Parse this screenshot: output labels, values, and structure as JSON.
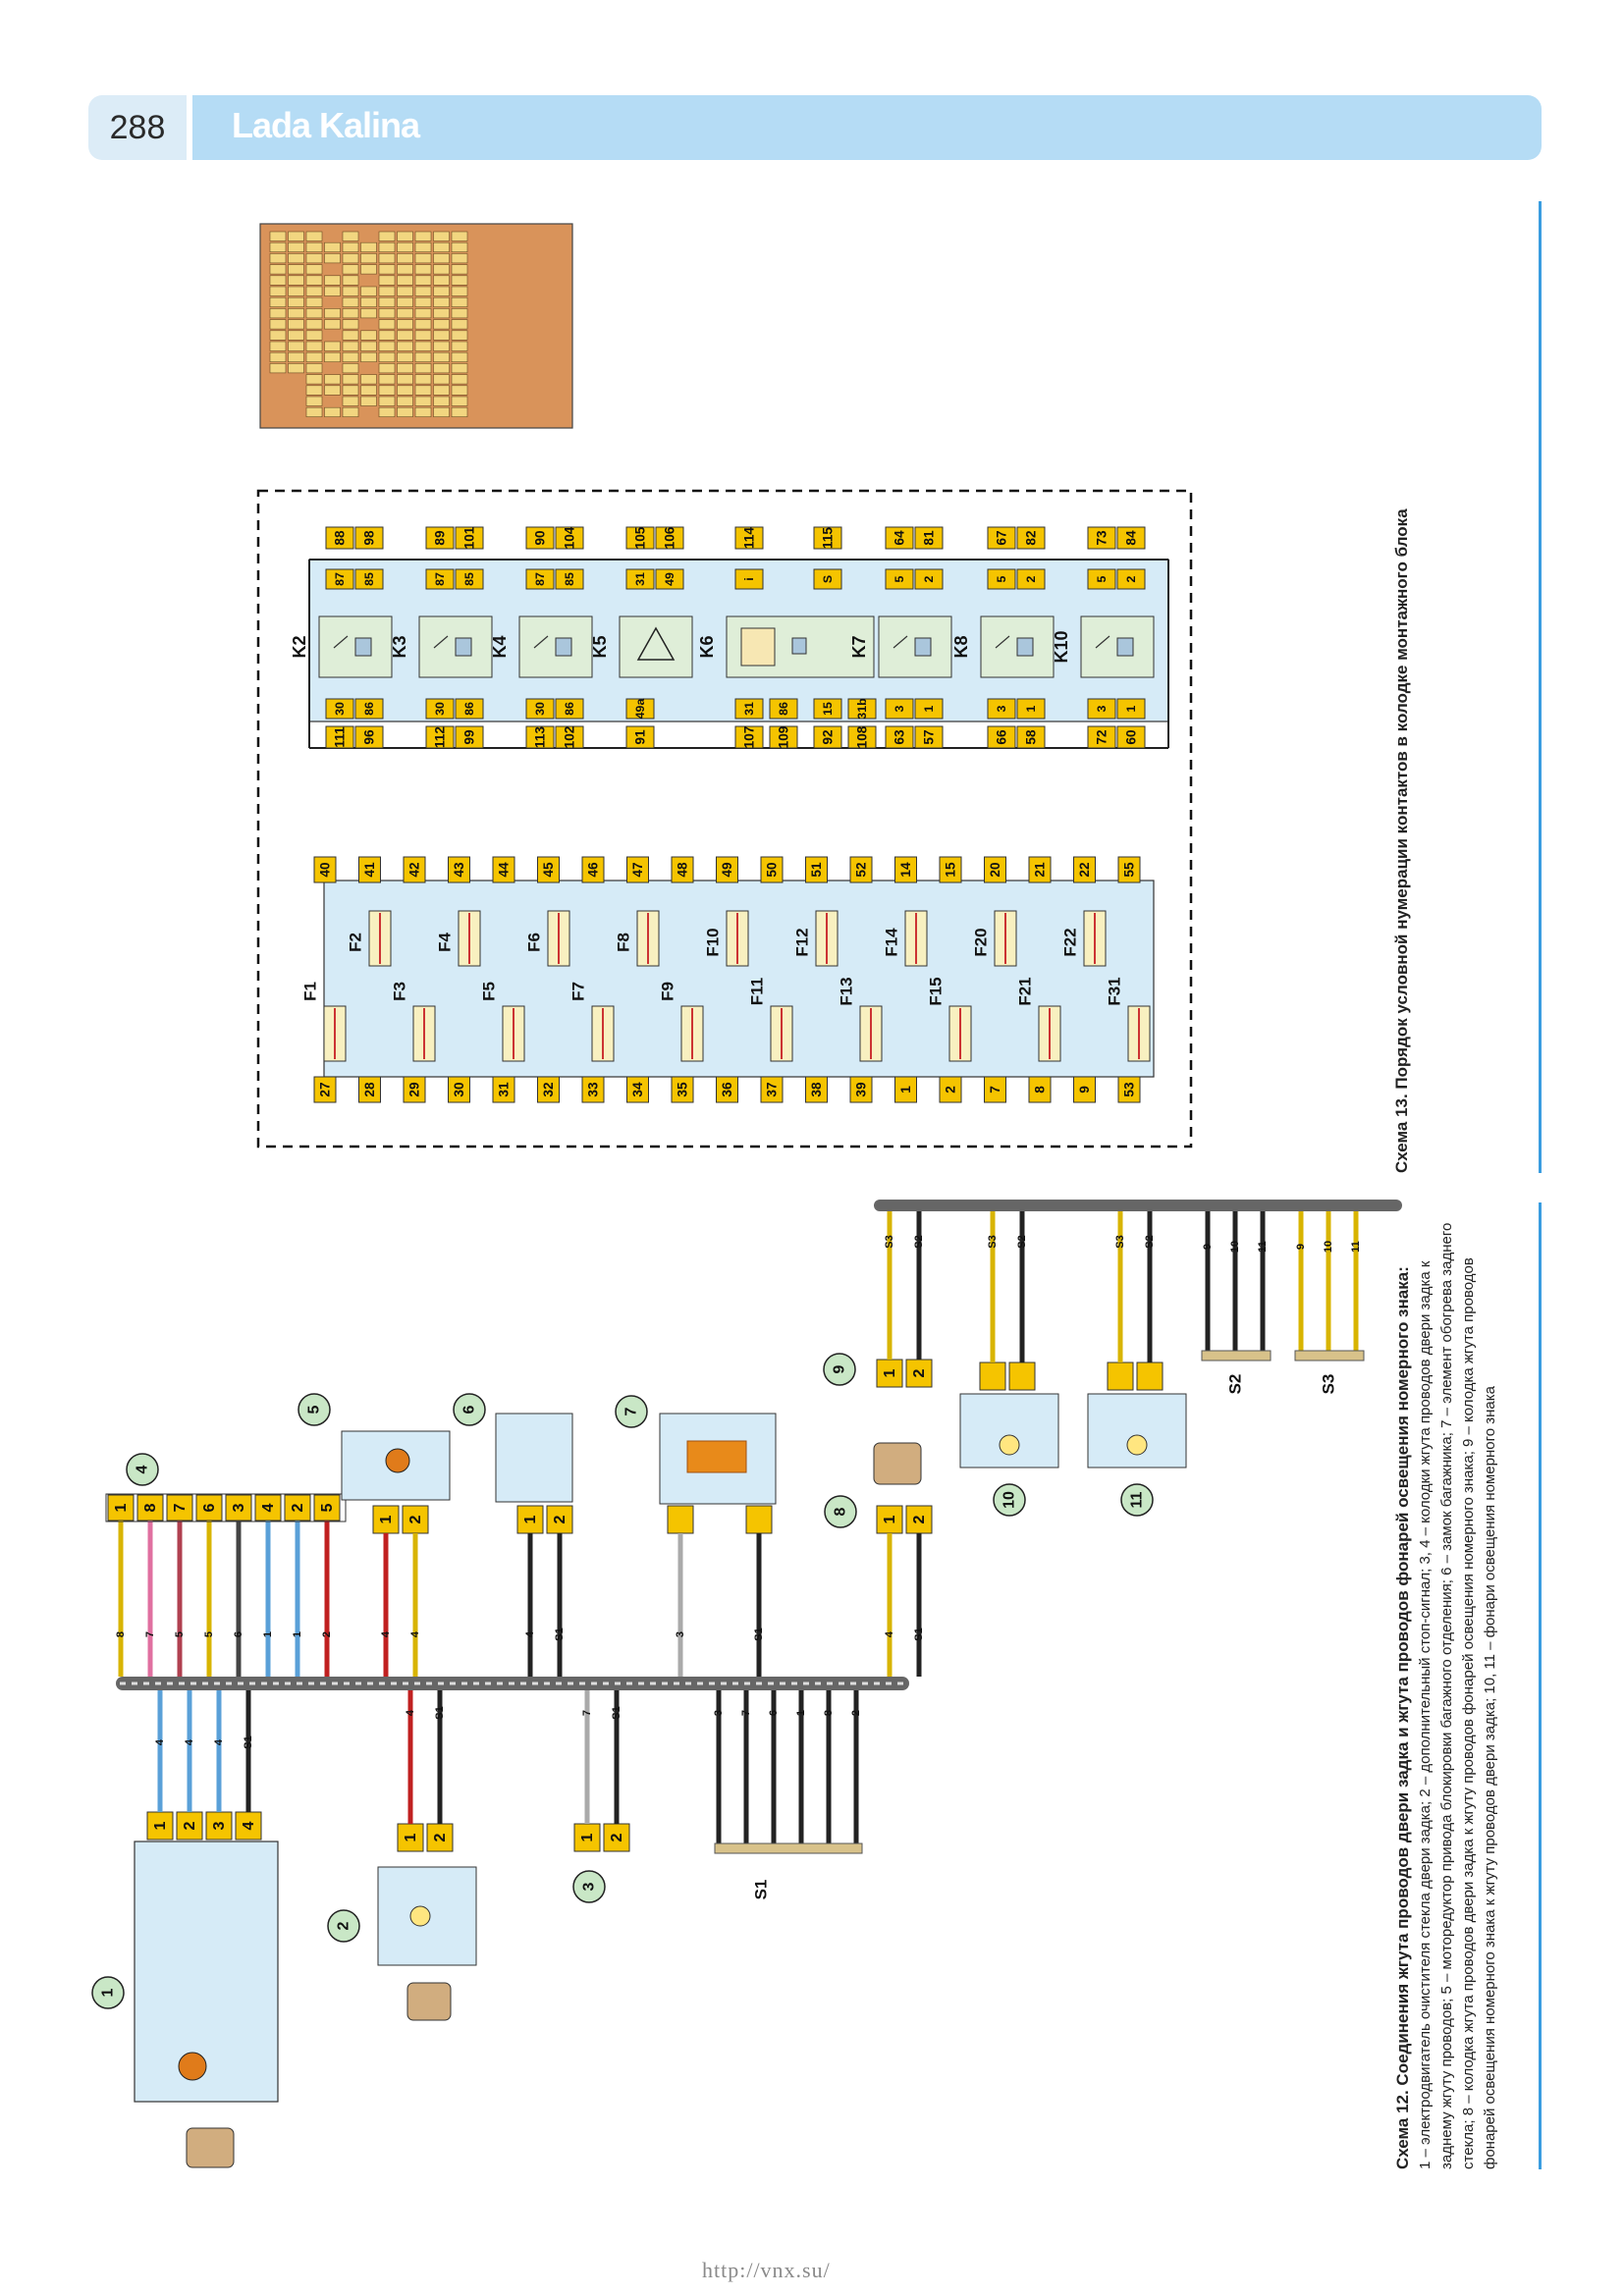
{
  "header": {
    "page_number": "288",
    "book_title": "Lada Kalina"
  },
  "caption13": "Схема 13. Порядок условной нумерации контактов в колодке монтажного блока",
  "caption12_title": "Схема 12. Соединения жгута проводов двери задка и жгута проводов фонарей освещения номерного знака:",
  "caption12_text": "1 – электродвигатель очистителя стекла двери задка; 2 – дополнительный стоп-сигнал; 3, 4 – колодки жгута проводов двери задка к заднему жгуту проводов; 5 – моторедуктор привода блокировки багажного отделения; 6 – замок багажника; 7 – элемент обогрева заднего стекла; 8 – колодка жгута проводов двери задка к жгуту проводов фонарей освещения номерного знака; 9 – колодка жгута проводов фонарей освещения номерного знака к жгуту проводов двери задка; 10, 11 – фонари освещения номерного знака",
  "watermark": "http://vnx.su/",
  "relays": [
    {
      "name": "K2",
      "top": [
        "88",
        "98"
      ],
      "tpin": [
        "87",
        "85"
      ],
      "bpin": [
        "30",
        "86"
      ],
      "bot": [
        "111",
        "96"
      ]
    },
    {
      "name": "K3",
      "top": [
        "89",
        "101"
      ],
      "tpin": [
        "87",
        "85"
      ],
      "bpin": [
        "30",
        "86"
      ],
      "bot": [
        "112",
        "99"
      ]
    },
    {
      "name": "K4",
      "top": [
        "90",
        "104"
      ],
      "tpin": [
        "87",
        "85"
      ],
      "bpin": [
        "30",
        "86"
      ],
      "bot": [
        "113",
        "102"
      ]
    },
    {
      "name": "K5",
      "top": [
        "105",
        "106"
      ],
      "tpin": [
        "31",
        "49"
      ],
      "bpin": [
        "49a"
      ],
      "bot": [
        "91"
      ]
    },
    {
      "name": "K6",
      "top": [
        "114",
        "115"
      ],
      "tpin": [
        "i",
        "S"
      ],
      "bpin": [
        "31",
        "86",
        "15",
        "31b"
      ],
      "bot": [
        "107",
        "109",
        "92",
        "108"
      ]
    },
    {
      "name": "K7",
      "top": [
        "64",
        "81"
      ],
      "tpin": [
        "5",
        "2"
      ],
      "bpin": [
        "3",
        "1"
      ],
      "bot": [
        "63",
        "57"
      ]
    },
    {
      "name": "K8",
      "top": [
        "67",
        "82"
      ],
      "tpin": [
        "5",
        "2"
      ],
      "bpin": [
        "3",
        "1"
      ],
      "bot": [
        "66",
        "58"
      ]
    },
    {
      "name": "K10",
      "top": [
        "73",
        "84"
      ],
      "tpin": [
        "5",
        "2"
      ],
      "bpin": [
        "3",
        "1"
      ],
      "bot": [
        "72",
        "60"
      ]
    }
  ],
  "fuse_top_pins": [
    "40",
    "41",
    "42",
    "43",
    "44",
    "45",
    "46",
    "47",
    "48",
    "49",
    "50",
    "51",
    "52",
    "14",
    "15",
    "20",
    "21",
    "22",
    "55"
  ],
  "fuse_bottom_pins": [
    "27",
    "28",
    "29",
    "30",
    "31",
    "32",
    "33",
    "34",
    "35",
    "36",
    "37",
    "38",
    "39",
    "1",
    "2",
    "7",
    "8",
    "9",
    "53"
  ],
  "fuses_lower": [
    "F1",
    "F3",
    "F5",
    "F7",
    "F9",
    "F11",
    "F13",
    "F15",
    "F21",
    "F31"
  ],
  "fuses_upper": [
    "F2",
    "F4",
    "F6",
    "F8",
    "F10",
    "F12",
    "F14",
    "F20",
    "F22"
  ],
  "connectors": {
    "c4_pins": [
      "1",
      "8",
      "7",
      "6",
      "3",
      "4",
      "2",
      "5"
    ],
    "c4_wires": [
      "8",
      "7",
      "5",
      "5",
      "6",
      "1",
      "1",
      "2"
    ],
    "c1_pins": [
      "1",
      "2",
      "3",
      "4"
    ],
    "c1_wires": [
      "4",
      "4",
      "4",
      "S1"
    ],
    "c2_pins": [
      "1",
      "2"
    ],
    "c2_wires": [
      "4",
      "S1"
    ],
    "c3_pins": [
      "1",
      "2"
    ],
    "c3_wires": [
      "7",
      "S1"
    ],
    "c5_pins": [
      "1",
      "2"
    ],
    "c5_wires": [
      "4",
      "4"
    ],
    "c6_pins": [
      "1",
      "2"
    ],
    "c6_wires": [
      "4",
      "S1"
    ],
    "c7_wires": [
      "3",
      "S1"
    ],
    "c8_pins": [
      "1",
      "2"
    ],
    "c8_wires": [
      "4",
      "S1"
    ],
    "c9_pins": [
      "1",
      "2"
    ],
    "c9_wires": [
      "S3",
      "S2"
    ],
    "s1_wires": [
      "3",
      "7",
      "6",
      "1",
      "8",
      "2"
    ],
    "lamp10_wires": [
      "S3",
      "S2"
    ],
    "lamp11_wires": [
      "S3",
      "S2"
    ],
    "s2_wires": [
      "9",
      "10",
      "11"
    ],
    "s3_wires": [
      "9",
      "10",
      "11"
    ]
  },
  "labels": {
    "c1": "1",
    "c2": "2",
    "c3": "3",
    "c4": "4",
    "c5": "5",
    "c6": "6",
    "c7": "7",
    "c8": "8",
    "c9": "9",
    "c10": "10",
    "c11": "11",
    "s1": "S1",
    "s2": "S2",
    "s3": "S3"
  },
  "colors": {
    "accent_blue": "#3a9de0",
    "pin_yellow": "#f5c400",
    "block_blue": "#d6ebf7",
    "terminal_block": "#d9935a"
  }
}
